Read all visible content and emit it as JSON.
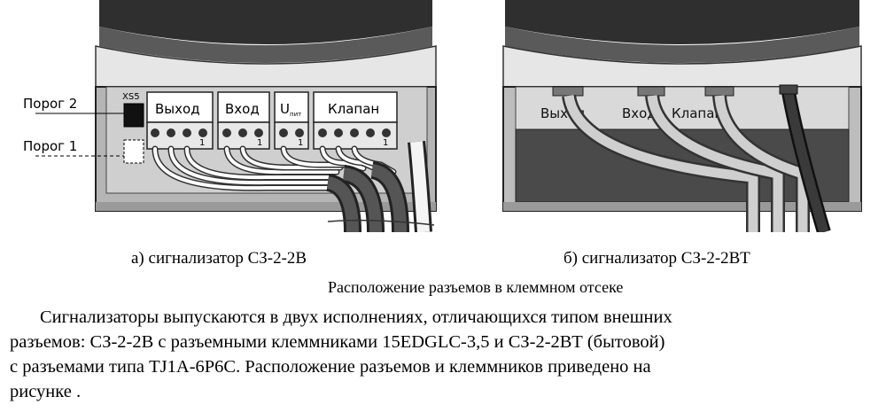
{
  "figure_a": {
    "labels": {
      "threshold2": "Порог 2",
      "threshold1": "Порог 1",
      "xs5": "XS5",
      "out": "Выход",
      "in": "Вход",
      "u": "U",
      "u_sub": "пит",
      "valve": "Клапан",
      "pin": "1"
    },
    "caption": "а) сигнализатор СЗ-2-2В"
  },
  "figure_b": {
    "labels": {
      "out": "Выход",
      "in": "Вход",
      "valve": "Клапан"
    },
    "caption": "б) сигнализатор СЗ-2-2ВТ"
  },
  "figure_title": "Расположение разъемов в клеммном отсеке",
  "paragraph": {
    "lines": [
      "Сигнализаторы выпускаются в двух исполнениях, отличающихся типом внешних",
      "разъемов: СЗ-2-2В с разъемными клеммниками 15EDGLC-3,5 и СЗ-2-2ВТ (бытовой)",
      "с разъемами типа TJ1A-6P6C. Расположение разъемов и клеммников приведено на",
      "рисунке   ."
    ]
  }
}
